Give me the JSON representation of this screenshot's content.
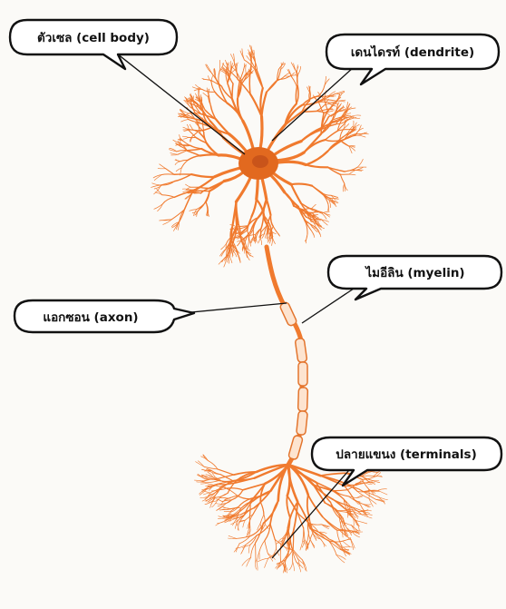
{
  "labels": {
    "cell_body": "ตัวเซล (cell body)",
    "dendrite": "เดนไดรท์ (dendrite)",
    "myelin": "ไมอีลิน (myelin)",
    "axon": "แอกซอน (axon)",
    "terminals": "ปลายแขนง (terminals)"
  },
  "colors": {
    "neuron": "#f07a2e",
    "neuron_dark": "#d9611a",
    "callout_stroke": "#111111",
    "callout_fill": "#ffffff",
    "background": "#fbfaf7"
  }
}
